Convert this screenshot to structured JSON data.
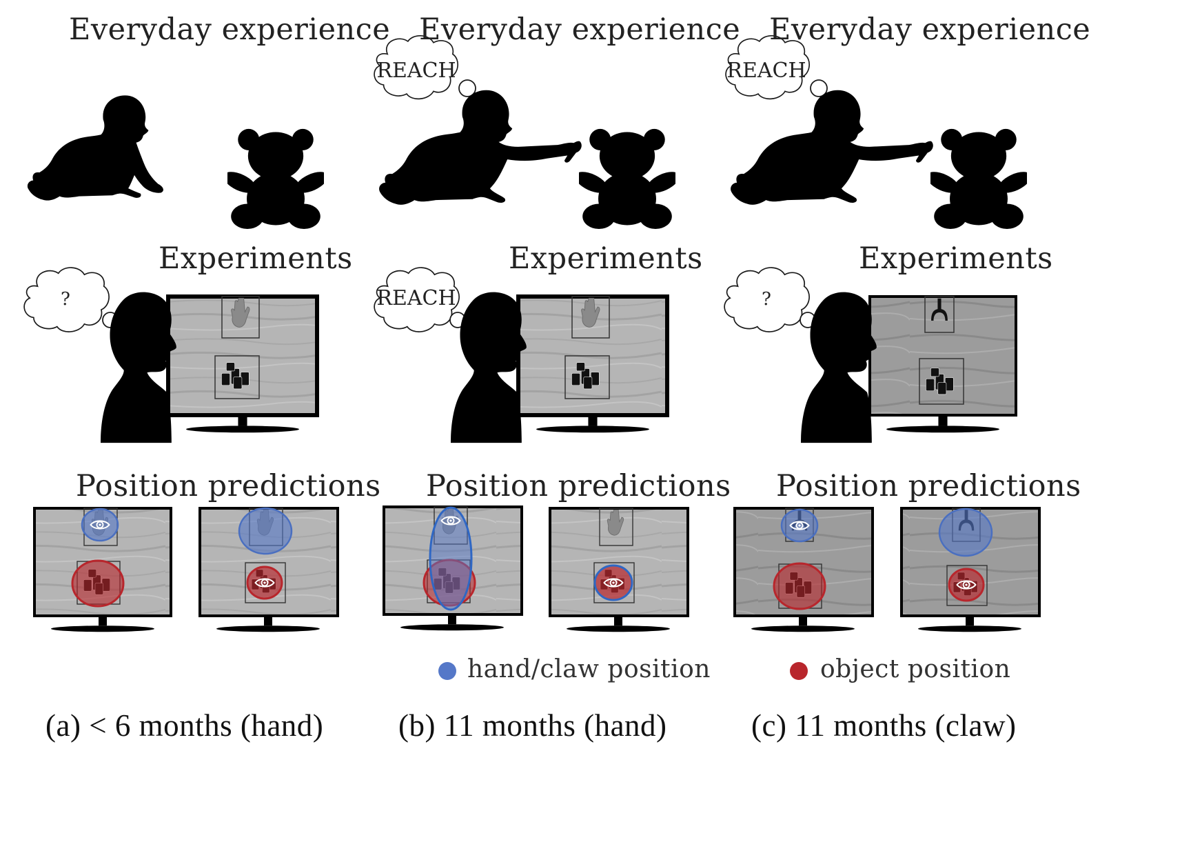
{
  "sections": {
    "everyday": "Everyday experience",
    "experiments": "Experiments",
    "predictions": "Position predictions"
  },
  "thoughts": {
    "question": "?",
    "reach": "REACH"
  },
  "legend": {
    "hand": {
      "label": "hand/claw position",
      "color": "#5578c8"
    },
    "object": {
      "label": "object position",
      "color": "#b8262c"
    }
  },
  "panels": [
    {
      "id": "a",
      "letter": "(a)",
      "caption": "< 6 months (hand)"
    },
    {
      "id": "b",
      "letter": "(b)",
      "caption": "11 months (hand)"
    },
    {
      "id": "c",
      "letter": "(c)",
      "caption": "11 months (claw)"
    }
  ],
  "colors": {
    "hand": "#5578c8",
    "object": "#b8262c",
    "silhouette": "#000000",
    "wood": "#b4b4b4"
  }
}
